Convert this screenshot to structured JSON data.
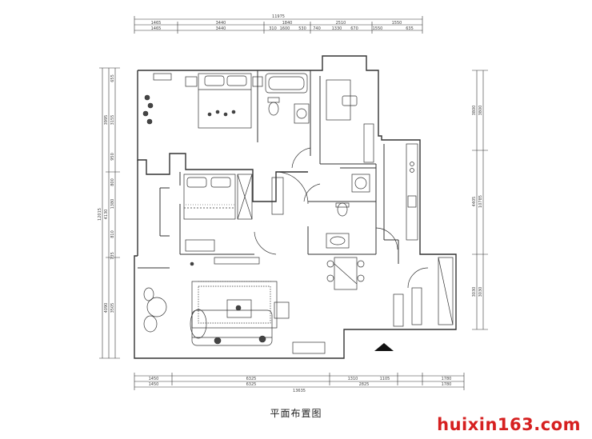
{
  "caption": "平面布置图",
  "watermark": "huixin163.com",
  "dimensions": {
    "top_total": "11975",
    "top_row1": [
      "1465",
      "3440",
      "1840",
      "2510",
      "1550"
    ],
    "top_row2": [
      "1465",
      "3440",
      "310",
      "1600",
      "530",
      "740",
      "1330",
      "670",
      "1550",
      "635"
    ],
    "bottom_row1": [
      "1450",
      "6325",
      "1310",
      "1105",
      "1780"
    ],
    "bottom_row2": [
      "1450",
      "6325",
      "2825",
      "1780"
    ],
    "bottom_total": "13635",
    "left_outer": "12015",
    "left_mid": [
      "3995",
      "4130",
      "4090"
    ],
    "left_inner": [
      "655",
      "3155",
      "950",
      "800",
      "1380",
      "810",
      "735",
      "3505"
    ],
    "right_outer": [
      "3800",
      "4405",
      "3030"
    ],
    "right_inner": [
      "3800",
      "10785",
      "3030"
    ]
  },
  "colors": {
    "line": "#333333",
    "watermark": "#d62020"
  }
}
